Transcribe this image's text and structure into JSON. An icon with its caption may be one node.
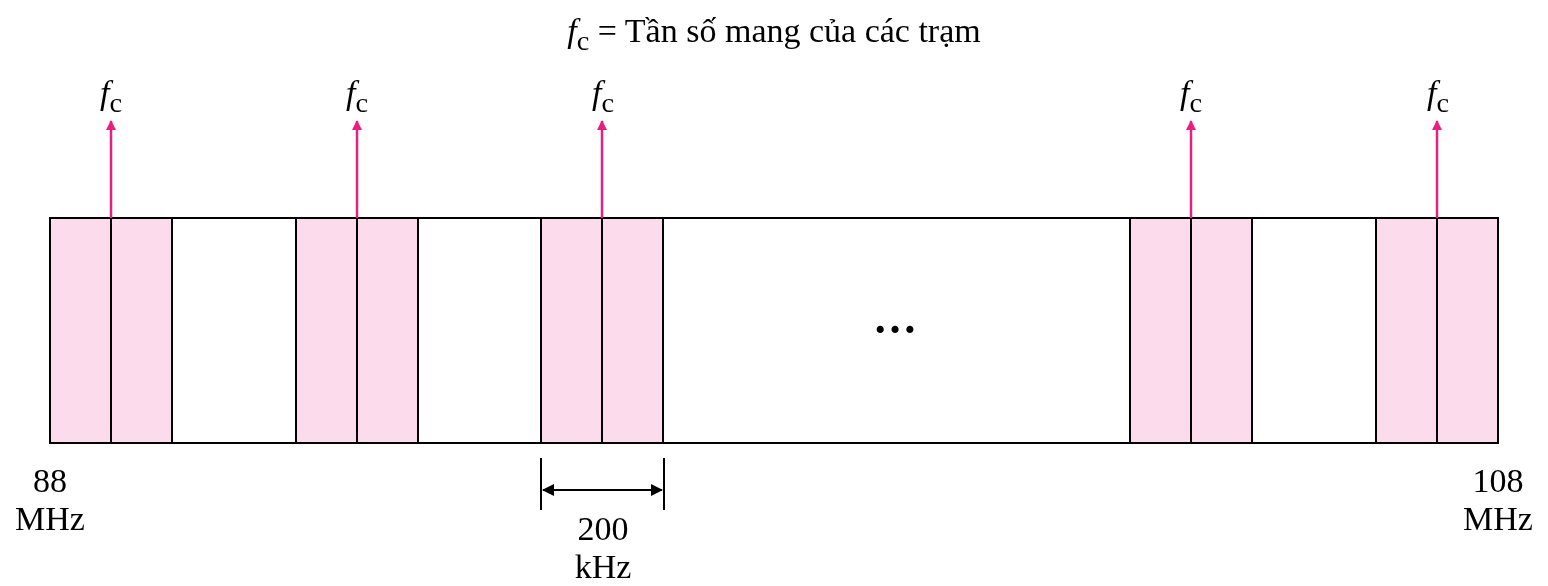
{
  "diagram": {
    "title": "*f*$_{c}$ = Tần số mang của các trạm",
    "labels": [
      "*f*$_{c}$",
      "*f*$_{c}$",
      "*f*$_{c}$",
      "*f*$_{c}$",
      "*f*$_{c}$",
      "…",
      "88 MHz",
      "200 kHz",
      "108 MHz"
    ]
  }
}
